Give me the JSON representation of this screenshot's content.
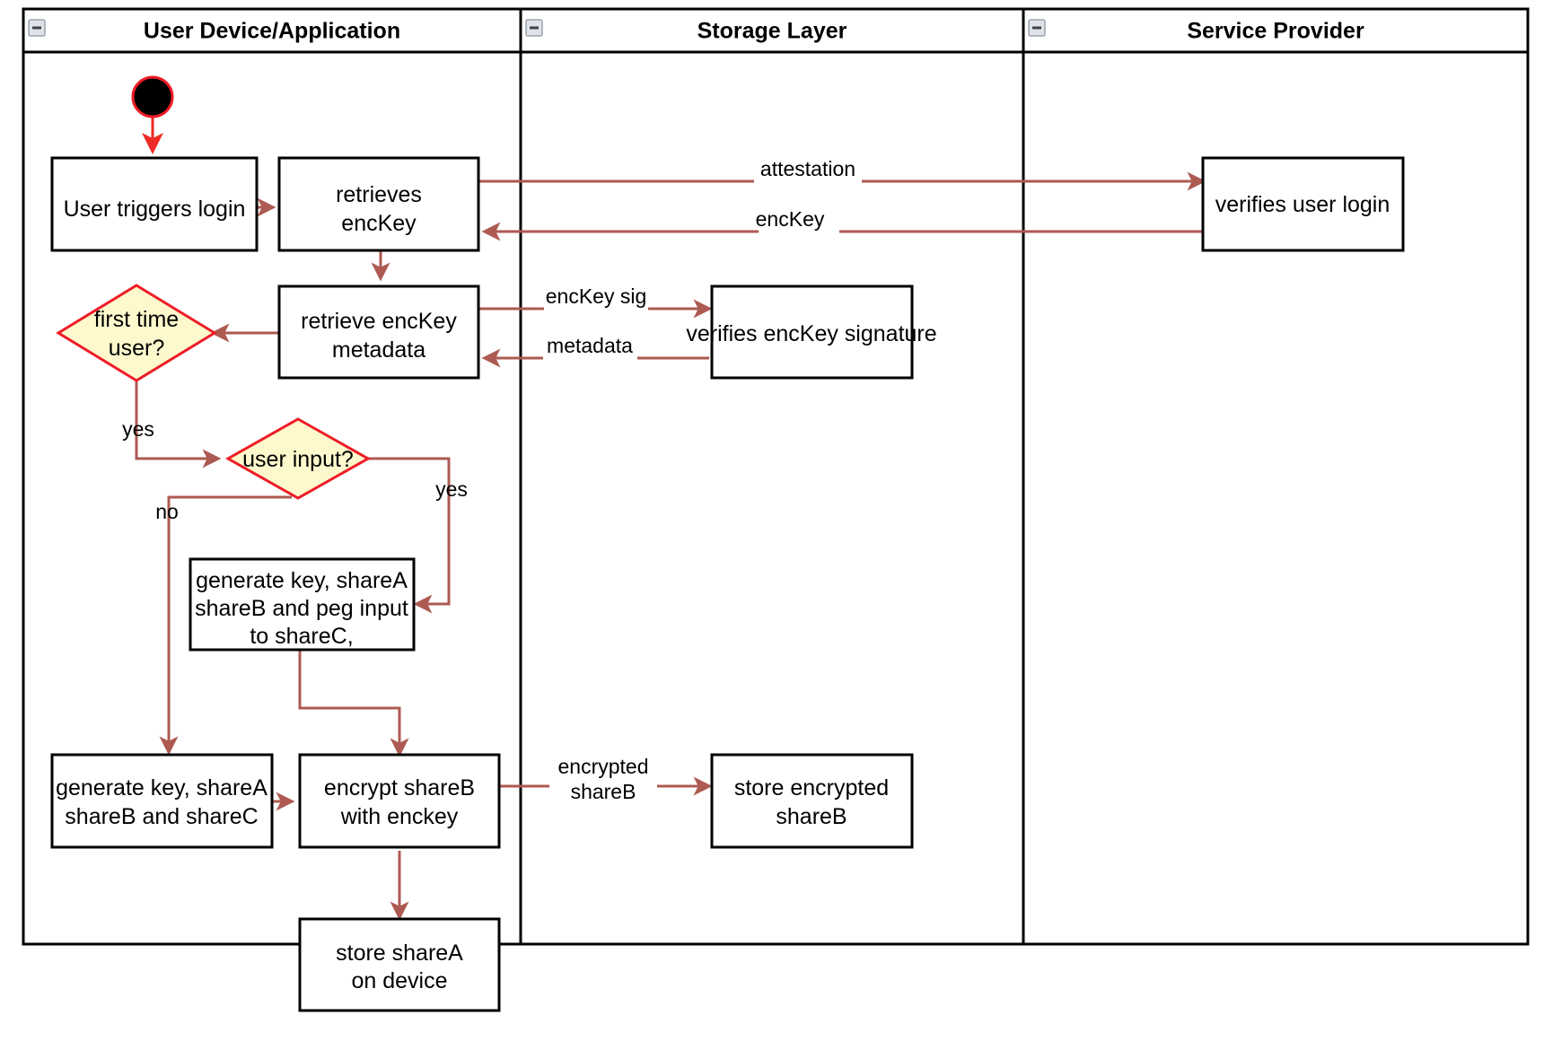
{
  "diagram": {
    "title": "Login / key-share provisioning activity diagram",
    "lanes": [
      {
        "id": "user-device",
        "label": "User Device/Application",
        "collapse_icon": "collapse-minus-icon"
      },
      {
        "id": "storage-layer",
        "label": "Storage Layer",
        "collapse_icon": "collapse-minus-icon"
      },
      {
        "id": "service-provider",
        "label": "Service Provider",
        "collapse_icon": "collapse-minus-icon"
      }
    ],
    "colors": {
      "decision_fill": "#fdf9cd",
      "decision_stroke": "#ee1c25",
      "node_stroke": "#000000",
      "node_fill": "#ffffff",
      "flow_stroke": "#ad5a52",
      "start_flow_stroke": "#ee2a24",
      "start_node_fill": "#000000",
      "lane_stroke": "#000000",
      "background": "#ffffff"
    },
    "nodes": [
      {
        "id": "start",
        "type": "start",
        "lane": "user-device",
        "label": ""
      },
      {
        "id": "user-triggers-login",
        "type": "action",
        "lane": "user-device",
        "lines": [
          "User triggers login"
        ]
      },
      {
        "id": "retrieves-enckey",
        "type": "action",
        "lane": "user-device",
        "lines": [
          "retrieves",
          "encKey"
        ]
      },
      {
        "id": "retrieve-enckey-metadata",
        "type": "action",
        "lane": "user-device",
        "lines": [
          "retrieve encKey",
          "metadata"
        ]
      },
      {
        "id": "first-time-user",
        "type": "decision",
        "lane": "user-device",
        "lines": [
          "first time",
          "user?"
        ]
      },
      {
        "id": "user-input",
        "type": "decision",
        "lane": "user-device",
        "lines": [
          "user input?"
        ]
      },
      {
        "id": "generate-key-peg",
        "type": "action",
        "lane": "user-device",
        "lines": [
          "generate key, shareA",
          "shareB and peg input",
          "to shareC,"
        ]
      },
      {
        "id": "generate-key-shares",
        "type": "action",
        "lane": "user-device",
        "lines": [
          "generate key, shareA",
          "shareB and shareC"
        ]
      },
      {
        "id": "encrypt-shareb",
        "type": "action",
        "lane": "user-device",
        "lines": [
          "encrypt shareB",
          "with enckey"
        ]
      },
      {
        "id": "store-sharea",
        "type": "action",
        "lane": "user-device",
        "lines": [
          "store shareA",
          "on device"
        ]
      },
      {
        "id": "verifies-enckey-signature",
        "type": "action",
        "lane": "storage-layer",
        "lines": [
          "verifies encKey signature"
        ]
      },
      {
        "id": "store-encrypted-shareb",
        "type": "action",
        "lane": "storage-layer",
        "lines": [
          "store encrypted",
          "shareB"
        ]
      },
      {
        "id": "verifies-user-login",
        "type": "action",
        "lane": "service-provider",
        "lines": [
          "verifies user login"
        ]
      }
    ],
    "edges": [
      {
        "id": "start-to-login",
        "from": "start",
        "to": "user-triggers-login",
        "label": ""
      },
      {
        "id": "login-to-retrieves",
        "from": "user-triggers-login",
        "to": "retrieves-enckey",
        "label": ""
      },
      {
        "id": "retrieves-to-sp",
        "from": "retrieves-enckey",
        "to": "verifies-user-login",
        "label": "attestation"
      },
      {
        "id": "sp-to-retrieves",
        "from": "verifies-user-login",
        "to": "retrieves-enckey",
        "label": "encKey"
      },
      {
        "id": "retrieves-to-metadata",
        "from": "retrieves-enckey",
        "to": "retrieve-enckey-metadata",
        "label": ""
      },
      {
        "id": "metadata-to-verify-sig",
        "from": "retrieve-enckey-metadata",
        "to": "verifies-enckey-signature",
        "label": "encKey sig"
      },
      {
        "id": "verify-sig-to-metadata",
        "from": "verifies-enckey-signature",
        "to": "retrieve-enckey-metadata",
        "label": "metadata"
      },
      {
        "id": "metadata-to-first-time",
        "from": "retrieve-enckey-metadata",
        "to": "first-time-user",
        "label": ""
      },
      {
        "id": "first-time-to-user-input",
        "from": "first-time-user",
        "to": "user-input",
        "label": "yes"
      },
      {
        "id": "user-input-yes",
        "from": "user-input",
        "to": "generate-key-peg",
        "label": "yes"
      },
      {
        "id": "user-input-no",
        "from": "user-input",
        "to": "generate-key-shares",
        "label": "no"
      },
      {
        "id": "peg-to-encrypt",
        "from": "generate-key-peg",
        "to": "encrypt-shareb",
        "label": ""
      },
      {
        "id": "shares-to-encrypt",
        "from": "generate-key-shares",
        "to": "encrypt-shareb",
        "label": ""
      },
      {
        "id": "encrypt-to-store-storage",
        "from": "encrypt-shareb",
        "to": "store-encrypted-shareb",
        "label": "encrypted shareB",
        "label_lines": [
          "encrypted",
          "shareB"
        ]
      },
      {
        "id": "encrypt-to-store-sharea",
        "from": "encrypt-shareb",
        "to": "store-sharea",
        "label": ""
      }
    ],
    "edge_labels": {
      "attestation": "attestation",
      "encKey": "encKey",
      "encKey_sig": "encKey sig",
      "metadata": "metadata",
      "yes_first_time": "yes",
      "yes_user_input": "yes",
      "no_user_input": "no",
      "encrypted_line1": "encrypted",
      "encrypted_line2": "shareB"
    }
  }
}
